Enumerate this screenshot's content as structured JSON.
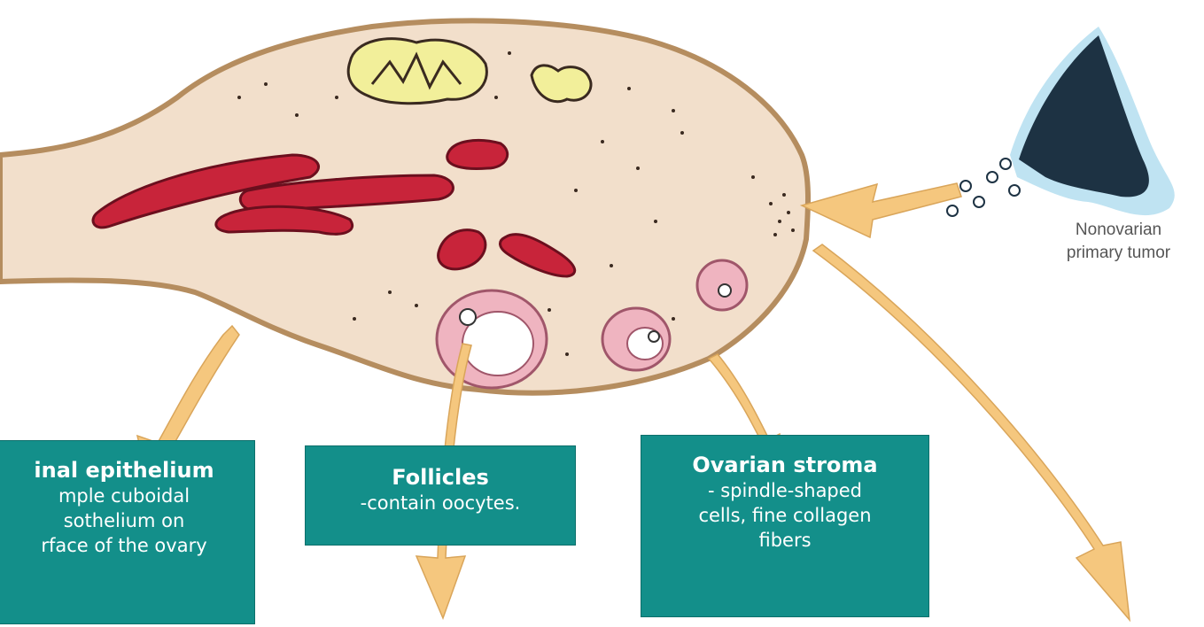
{
  "colors": {
    "ovary_fill": "#f2dfcb",
    "ovary_outline": "#b58d5f",
    "vessel": "#c8243a",
    "follicle": "#efb4c0",
    "corpus": "#f2ef9a",
    "arrow": "#f5c77e",
    "box": "#138f8a",
    "tumor": "#1d3243"
  },
  "boxes": {
    "germinal": {
      "title": "inal epithelium",
      "lines": [
        "mple cuboidal",
        "sothelium on",
        "rface of the ovary"
      ]
    },
    "follicles": {
      "title": "Follicles",
      "lines": [
        "-contain oocytes."
      ]
    },
    "stroma": {
      "title": "Ovarian stroma",
      "lines": [
        "- spindle-shaped",
        "cells, fine collagen",
        "fibers"
      ]
    }
  },
  "tumor": {
    "label_line1": "Nonovarian",
    "label_line2": "primary tumor"
  }
}
